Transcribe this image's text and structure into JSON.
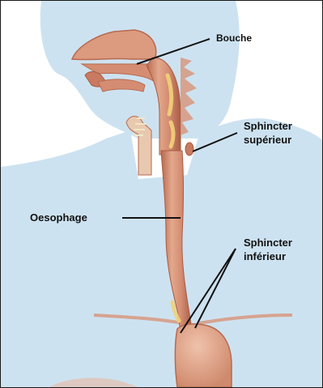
{
  "labels": {
    "mouth": "Bouche",
    "upper_sphincter": [
      "Sphincter",
      "supérieur"
    ],
    "esophagus": "Oesophage",
    "lower_sphincter": [
      "Sphincter",
      "inférieur"
    ]
  },
  "colors": {
    "skin": "#cde2f0",
    "tissue": "#d89478",
    "tissue_dark": "#b8694f",
    "tissue_light": "#eab9a0",
    "highlight": "#f2d27a",
    "stomach": "#e0a58b",
    "line": "#111111"
  }
}
